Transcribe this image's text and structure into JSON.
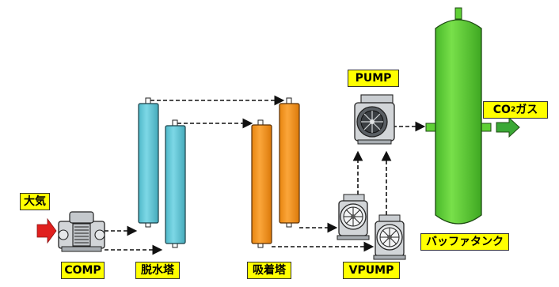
{
  "labels": {
    "air": "大気",
    "comp": "COMP",
    "dehydration_tower": "脱水塔",
    "adsorption_tower": "吸着塔",
    "vpump": "VPUMP",
    "pump": "PUMP",
    "buffer_tank": "バッファタンク",
    "co2_gas_prefix": "CO",
    "co2_gas_subscript": "2",
    "co2_gas_suffix": "ガス"
  },
  "colors": {
    "dehydration_tower": "#5ec6d6",
    "adsorption_tower": "#f39218",
    "buffer_tank": "#5fd035",
    "label_bg": "#ffff00",
    "air_arrow": "#e0201e",
    "co2_arrow": "#3aa835",
    "pump_body": "#cfd3d6"
  },
  "icons": [
    "compressor-icon",
    "vacuum-pump-icon",
    "pump-icon",
    "inlet-arrow-icon",
    "outlet-arrow-icon"
  ]
}
